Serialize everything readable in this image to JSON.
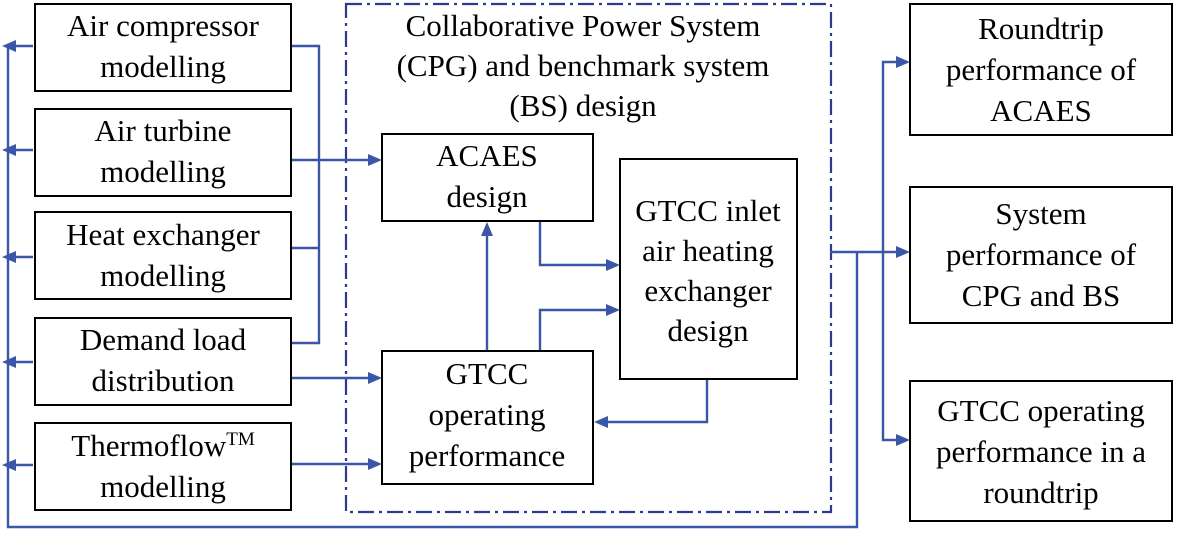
{
  "left_column": {
    "air_compressor": [
      "Air compressor",
      "modelling"
    ],
    "air_turbine": [
      "Air turbine",
      "modelling"
    ],
    "heat_exchanger": [
      "Heat exchanger",
      "modelling"
    ],
    "demand_load": [
      "Demand load",
      "distribution"
    ],
    "thermoflow": {
      "line1_main": "Thermoflow",
      "line1_sup": "TM",
      "line2": "modelling"
    }
  },
  "center": {
    "frame_title": [
      "Collaborative Power System",
      "(CPG) and benchmark system",
      "(BS) design"
    ],
    "acaes_design": [
      "ACAES",
      "design"
    ],
    "gtcc_operating": [
      "GTCC",
      "operating",
      "performance"
    ],
    "gtcc_inlet": [
      "GTCC inlet",
      "air heating",
      "exchanger",
      "design"
    ]
  },
  "right_column": {
    "roundtrip_acaes": [
      "Roundtrip",
      "performance of",
      "ACAES"
    ],
    "system_performance": [
      "System",
      "performance of",
      "CPG and BS"
    ],
    "gtcc_roundtrip": [
      "GTCC operating",
      "performance in a",
      "roundtrip"
    ]
  },
  "colors": {
    "arrow": "#3a56a6",
    "frame": "#2b3990",
    "box_border": "#000000"
  }
}
